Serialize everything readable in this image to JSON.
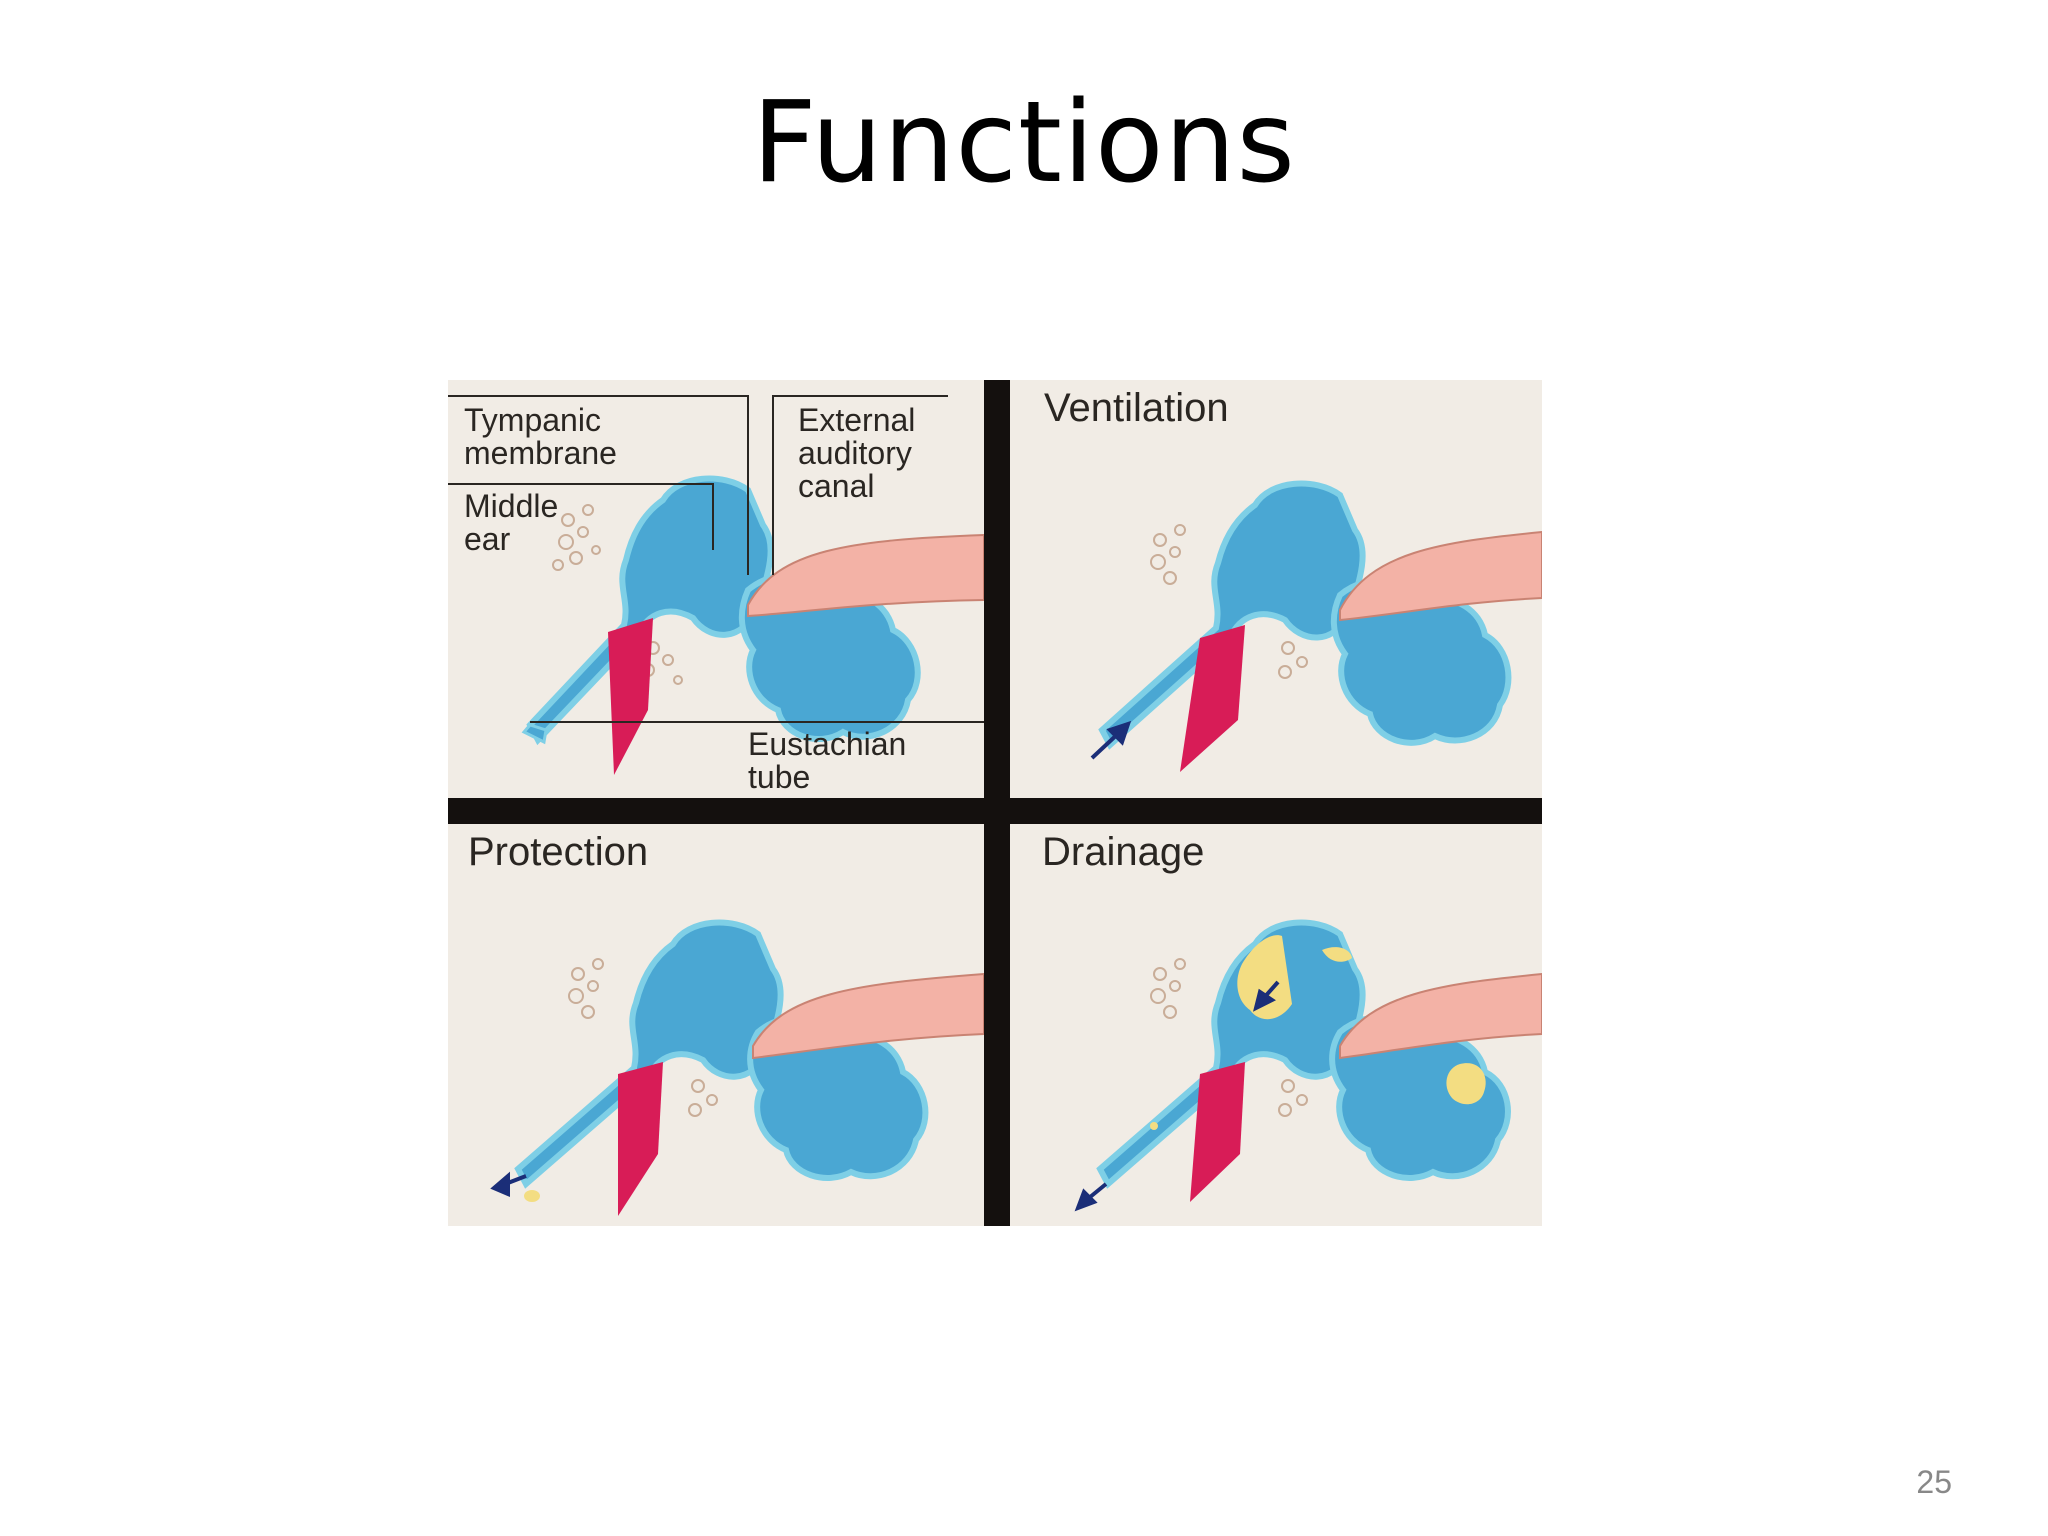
{
  "slide": {
    "title": "Functions",
    "page_number": "25"
  },
  "figure": {
    "labels": {
      "tympanic_line1": "Tympanic",
      "tympanic_line2": "membrane",
      "middle_line1": "Middle",
      "middle_line2": "ear",
      "external_line1": "External",
      "external_line2": "auditory",
      "external_line3": "canal",
      "eustachian_line1": "Eustachian",
      "eustachian_line2": "tube"
    },
    "panel_titles": {
      "ventilation": "Ventilation",
      "protection": "Protection",
      "drainage": "Drainage"
    },
    "colors": {
      "background": "#f1ece5",
      "ear_fill": "#4aa7d3",
      "ear_outline": "#7ecfe6",
      "canal": "#f3b2a6",
      "muscle": "#d81c57",
      "fluid": "#f3dd82",
      "arrow": "#1b2e78",
      "divider": "#14100e"
    }
  }
}
